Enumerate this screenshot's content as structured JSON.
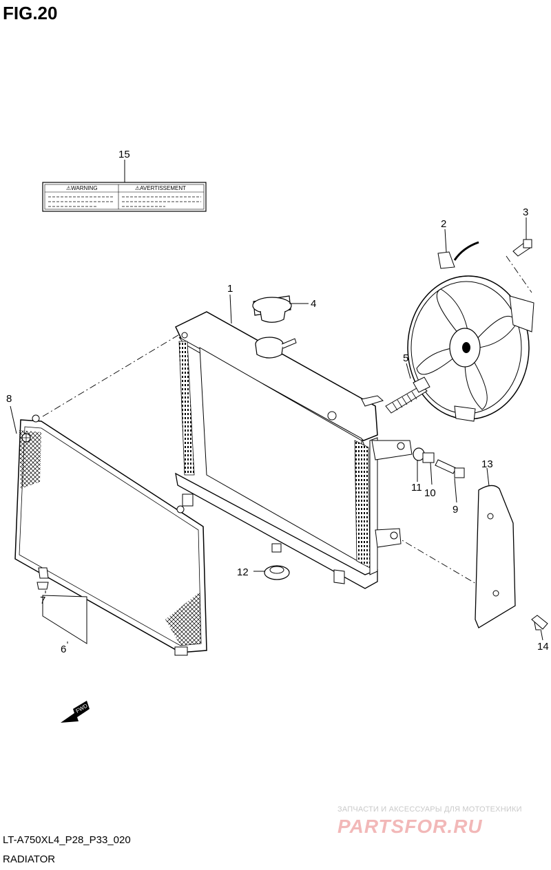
{
  "figure": {
    "title": "FIG.20"
  },
  "warning_label": {
    "left_heading": "⚠WARNING",
    "right_heading": "⚠AVERTISSEMENT"
  },
  "fwd_marker": "FWD",
  "callouts": [
    "1",
    "2",
    "3",
    "4",
    "5",
    "6",
    "7",
    "8",
    "9",
    "10",
    "11",
    "12",
    "13",
    "14",
    "15"
  ],
  "footer": {
    "model_code": "LT-A750XL4_P28_P33_020",
    "caption": "RADIATOR"
  },
  "watermark": {
    "tagline": "ЗАПЧАСТИ И АКСЕССУАРЫ ДЛЯ МОТОТЕХНИКИ",
    "brand": "PARTSFOR.RU"
  }
}
